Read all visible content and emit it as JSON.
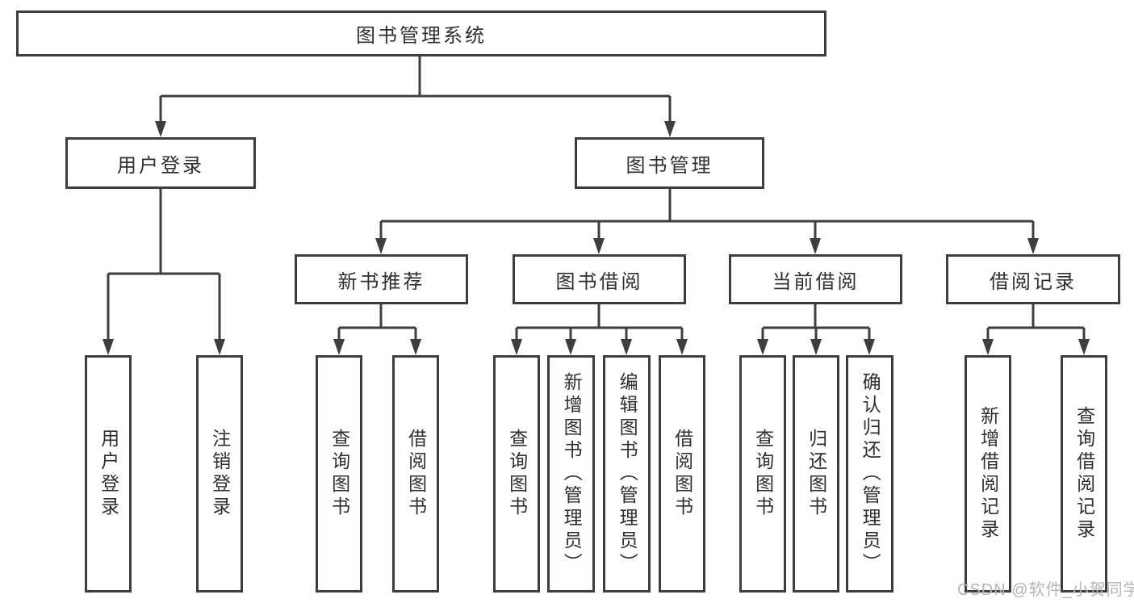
{
  "diagram": {
    "root": {
      "label": "图书管理系统"
    },
    "level1": [
      {
        "label": "用户登录"
      },
      {
        "label": "图书管理"
      }
    ],
    "level2": [
      {
        "label": "新书推荐"
      },
      {
        "label": "图书借阅"
      },
      {
        "label": "当前借阅"
      },
      {
        "label": "借阅记录"
      }
    ],
    "leaves": {
      "userLogin": [
        {
          "label": "用户登录"
        },
        {
          "label": "注销登录"
        }
      ],
      "newBooks": [
        {
          "label": "查询图书"
        },
        {
          "label": "借阅图书"
        }
      ],
      "bookBorrow": [
        {
          "label": "查询图书"
        },
        {
          "label": "新增图书（管理员）"
        },
        {
          "label": "编辑图书（管理员）"
        },
        {
          "label": "借阅图书"
        }
      ],
      "currentBorrow": [
        {
          "label": "查询图书"
        },
        {
          "label": "归还图书"
        },
        {
          "label": "确认归还（管理员）"
        }
      ],
      "borrowRecords": [
        {
          "label": "新增借阅记录"
        },
        {
          "label": "查询借阅记录"
        }
      ]
    },
    "watermark": "CSDN @软件_小贺同学",
    "colors": {
      "line": "#3e3e3e",
      "text": "#2f2f2f",
      "background": "#ffffff",
      "watermark": "#b5b5b5"
    }
  }
}
